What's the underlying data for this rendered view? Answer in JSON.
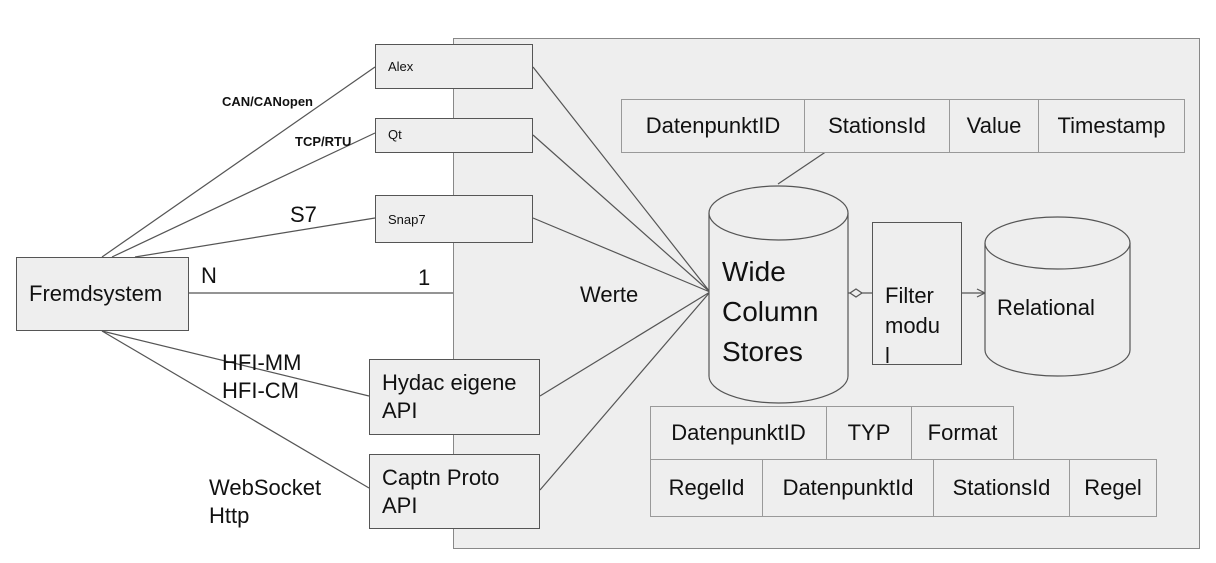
{
  "fremdsystem": {
    "label": "Fremdsystem"
  },
  "adapters": {
    "alex": "Alex",
    "qt": "Qt",
    "snap7": "Snap7",
    "hydac": "Hydac eigene\nAPI",
    "captn": "Captn Proto\nAPI"
  },
  "protocols": {
    "can": "CAN/CANopen",
    "tcp": "TCP/RTU",
    "s7": "S7",
    "hfi": "HFI-MM\nHFI-CM",
    "websocket": "WebSocket\nHttp"
  },
  "multiplicity": {
    "n": "N",
    "one": "1"
  },
  "werte": "Werte",
  "wide_column": "Wide\nColumn\nStores",
  "filter": "Filter\nmodu\nl",
  "relational": "Relational",
  "table_top": [
    "DatenpunktID",
    "StationsId",
    "Value",
    "Timestamp"
  ],
  "table_mid": [
    "DatenpunktID",
    "TYP",
    "Format"
  ],
  "table_bottom": [
    "RegelId",
    "DatenpunktId",
    "StationsId",
    "Regel"
  ]
}
